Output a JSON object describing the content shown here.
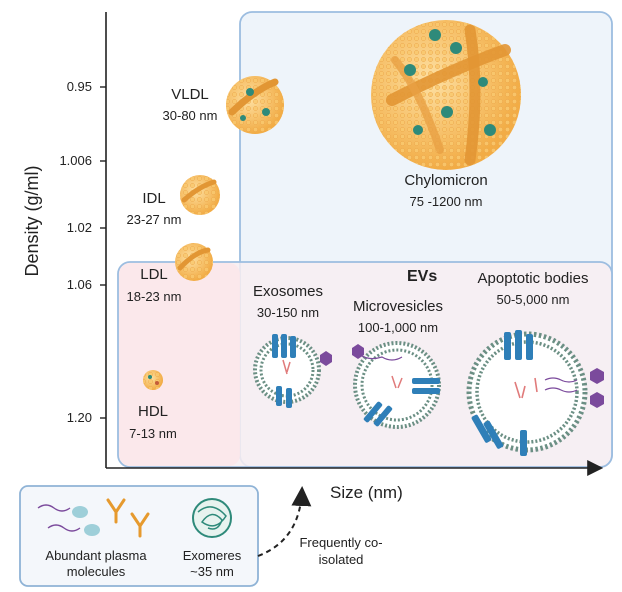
{
  "axes": {
    "y_label": "Density (g/ml)",
    "x_label": "Size (nm)",
    "y_ticks": [
      "0.95",
      "1.006",
      "1.02",
      "1.06",
      "1.20"
    ]
  },
  "lipoproteins": [
    {
      "name": "VLDL",
      "size": "30-80 nm"
    },
    {
      "name": "IDL",
      "size": "23-27 nm"
    },
    {
      "name": "LDL",
      "size": "18-23 nm"
    },
    {
      "name": "HDL",
      "size": "7-13 nm"
    }
  ],
  "chylomicron": {
    "name": "Chylomicron",
    "size": "75 -1200 nm"
  },
  "evs": {
    "title": "EVs",
    "types": [
      {
        "name": "Exosomes",
        "size": "30-150 nm"
      },
      {
        "name": "Microvesicles",
        "size": "100-1,000 nm"
      },
      {
        "name": "Apoptotic bodies",
        "size": "50-5,000 nm"
      }
    ]
  },
  "legend": {
    "plasma_label": "Abundant plasma molecules",
    "exomeres_name": "Exomeres",
    "exomeres_size": "~35 nm",
    "co_isolated": "Frequently co-isolated"
  },
  "colors": {
    "lipid_orange": "#f4b552",
    "lipid_dark": "#e29634",
    "teal": "#2e8a7a",
    "membrane_blue": "#2f7fb8",
    "purple": "#7b4a9c",
    "box_blue_border": "#8fb3d6",
    "box_blue_fill": "#eef4fa",
    "box_pink_fill": "#fbeef0"
  }
}
